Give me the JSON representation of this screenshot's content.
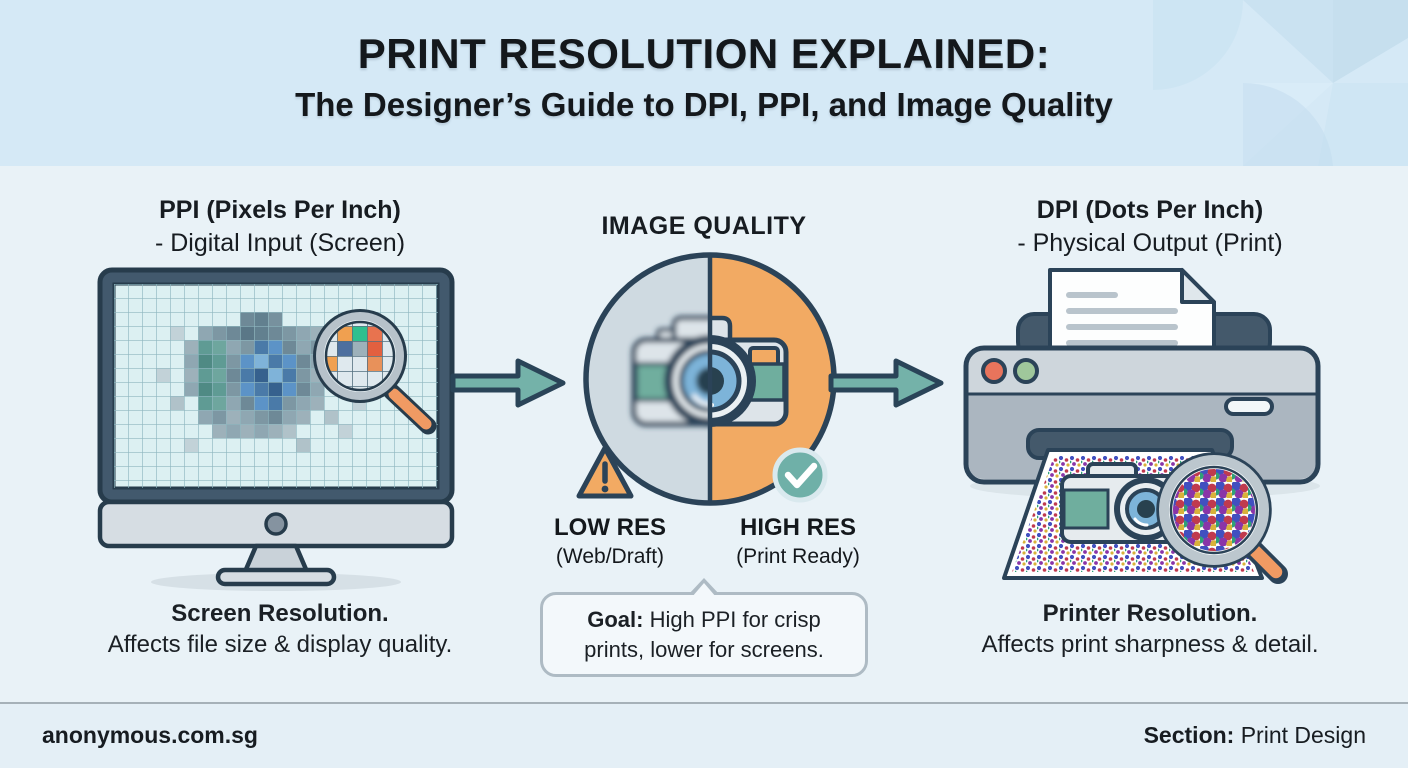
{
  "header": {
    "title": "PRINT RESOLUTION EXPLAINED:",
    "subtitle": "The Designer’s Guide to DPI, PPI, and Image Quality"
  },
  "ppi": {
    "heading": "PPI (Pixels Per Inch)",
    "subheading": "- Digital Input (Screen)",
    "caption_title": "Screen Resolution.",
    "caption_body": "Affects file size & display quality."
  },
  "quality": {
    "heading": "IMAGE QUALITY",
    "low": {
      "label": "LOW RES",
      "sublabel": "(Web/Draft)"
    },
    "high": {
      "label": "HIGH RES",
      "sublabel": "(Print Ready)"
    },
    "goal": {
      "label": "Goal:",
      "text": " High PPI for crisp prints, lower for screens."
    }
  },
  "dpi": {
    "heading": "DPI (Dots Per Inch)",
    "subheading": "- Physical Output (Print)",
    "caption_title": "Printer Resolution.",
    "caption_body": "Affects print sharpness & detail."
  },
  "footer": {
    "site": "anonymous.com.sg",
    "section_label": "Section:",
    "section_value": " Print Design"
  },
  "icons": {
    "monitor": "monitor-icon",
    "magnifier": "magnifier-icon",
    "camera": "camera-icon",
    "warning": "warning-icon",
    "check": "check-icon",
    "arrow_right": "arrow-right-icon",
    "printer": "printer-icon"
  },
  "colors": {
    "header_bg": "#d5e9f6",
    "body_bg": "#e9f2f7",
    "footer_bg": "#e4eff6",
    "outline_navy": "#2b4358",
    "accent_teal": "#74b2a9",
    "accent_orange": "#f2aa63",
    "low_half_gray": "#cfdae1",
    "warning_orange": "#f2aa63",
    "check_teal": "#6fb0a8",
    "handle_orange": "#f09a63"
  }
}
